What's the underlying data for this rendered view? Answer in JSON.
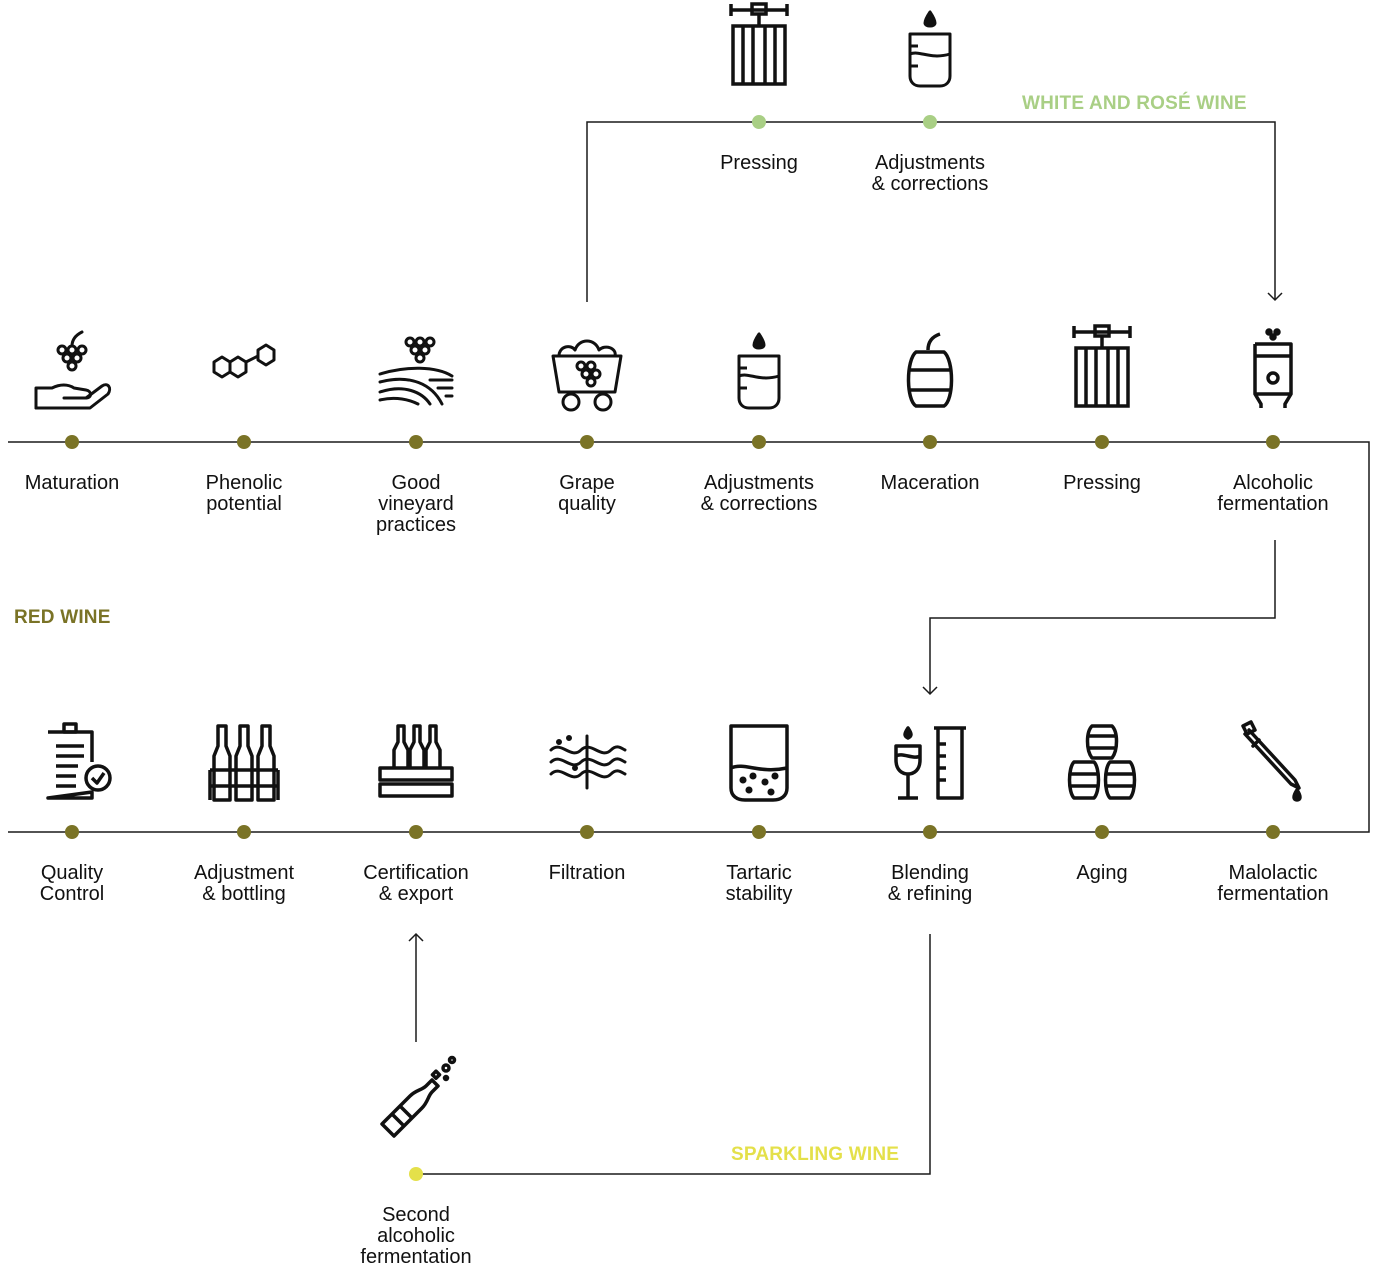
{
  "sections": {
    "red": {
      "label": "RED WINE",
      "color": "#7a7326"
    },
    "white_rose": {
      "label": "WHITE AND ROSÉ WINE",
      "color": "#a9cf85"
    },
    "sparkling": {
      "label": "SPARKLING WINE",
      "color": "#e4e04a"
    }
  },
  "line_color": "#1a1a1a",
  "row1": [
    {
      "label": "Maturation",
      "icon": "grape-hand-icon"
    },
    {
      "label": "Phenolic\npotential",
      "icon": "molecule-icon"
    },
    {
      "label": "Good\nvineyard\npractices",
      "icon": "vineyard-icon"
    },
    {
      "label": "Grape\nquality",
      "icon": "grape-cart-icon"
    },
    {
      "label": "Adjustments\n& corrections",
      "icon": "beaker-drop-icon"
    },
    {
      "label": "Maceration",
      "icon": "barrel-icon"
    },
    {
      "label": "Pressing",
      "icon": "wine-press-icon"
    },
    {
      "label": "Alcoholic\nfermentation",
      "icon": "fermentation-tank-icon"
    }
  ],
  "row2": [
    {
      "label": "Quality\nControl",
      "icon": "clipboard-check-icon"
    },
    {
      "label": "Adjustment\n& bottling",
      "icon": "bottles-icon"
    },
    {
      "label": "Certification\n& export",
      "icon": "bottle-crate-icon"
    },
    {
      "label": "Filtration",
      "icon": "filter-waves-icon"
    },
    {
      "label": "Tartaric\nstability",
      "icon": "crystal-glass-icon"
    },
    {
      "label": "Blending\n& refining",
      "icon": "glass-cylinder-icon"
    },
    {
      "label": "Aging",
      "icon": "barrels-stack-icon"
    },
    {
      "label": "Malolactic\nfermentation",
      "icon": "pipette-icon"
    }
  ],
  "white_branch": [
    {
      "label": "Pressing",
      "icon": "wine-press-icon"
    },
    {
      "label": "Adjustments\n& corrections",
      "icon": "beaker-drop-icon"
    }
  ],
  "sparkling_branch": [
    {
      "label": "Second\nalcoholic\nfermentation",
      "icon": "champagne-bottle-icon"
    }
  ]
}
